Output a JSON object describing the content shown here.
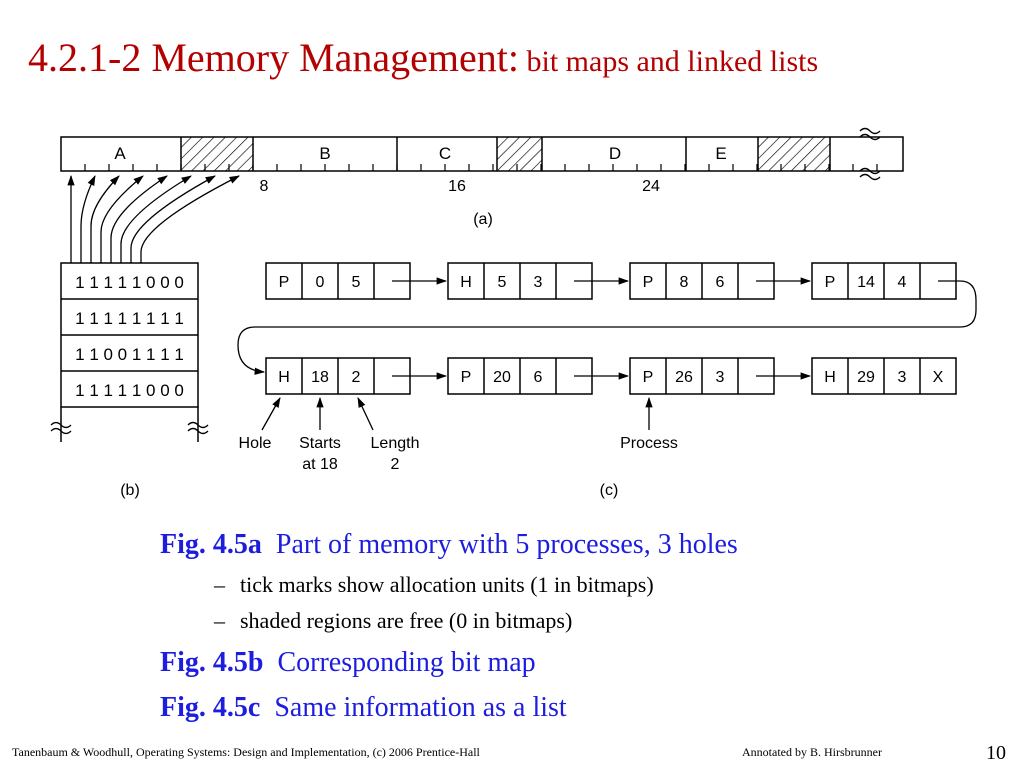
{
  "slide": {
    "title_main": "4.2.1-2  Memory Management:",
    "title_sub": " bit maps and linked lists"
  },
  "figure_a": {
    "segments": [
      {
        "label": "A",
        "free": false
      },
      {
        "label": "",
        "free": true
      },
      {
        "label": "B",
        "free": false
      },
      {
        "label": "C",
        "free": false
      },
      {
        "label": "",
        "free": true
      },
      {
        "label": "D",
        "free": false
      },
      {
        "label": "E",
        "free": false
      },
      {
        "label": "",
        "free": true
      }
    ],
    "tick_labels": [
      "8",
      "16",
      "24"
    ],
    "caption": "(a)"
  },
  "figure_b": {
    "rows": [
      "1 1 1 1 1 0 0 0",
      "1 1 1 1 1 1 1 1",
      "1 1 0 0 1 1 1 1",
      "1 1 1 1 1 0 0 0"
    ],
    "caption": "(b)"
  },
  "figure_c": {
    "row1": [
      [
        "P",
        "0",
        "5"
      ],
      [
        "H",
        "5",
        "3"
      ],
      [
        "P",
        "8",
        "6"
      ],
      [
        "P",
        "14",
        "4"
      ]
    ],
    "row2": [
      [
        "H",
        "18",
        "2"
      ],
      [
        "P",
        "20",
        "6"
      ],
      [
        "P",
        "26",
        "3"
      ],
      [
        "H",
        "29",
        "3"
      ]
    ],
    "end_marker": "X",
    "label_hole": "Hole",
    "label_starts_1": "Starts",
    "label_starts_2": "at 18",
    "label_length_1": "Length",
    "label_length_2": "2",
    "label_process": "Process",
    "caption": "(c)"
  },
  "captions": {
    "a_label": "Fig. 4.5a",
    "a_text": "Part of memory with 5 processes, 3 holes",
    "bullet1": "tick marks show allocation units (1 in bitmaps)",
    "bullet2": "shaded regions are free  (0 in bitmaps)",
    "dash": "–",
    "b_label": "Fig. 4.5b",
    "b_text": "Corresponding bit map",
    "c_label": "Fig. 4.5c",
    "c_text": "Same information as a list"
  },
  "footer": {
    "left": "Tanenbaum & Woodhull, Operating Systems: Design and Implementation, (c) 2006 Prentice-Hall",
    "right": "Annotated by B. Hirsbrunner",
    "page": "10"
  }
}
